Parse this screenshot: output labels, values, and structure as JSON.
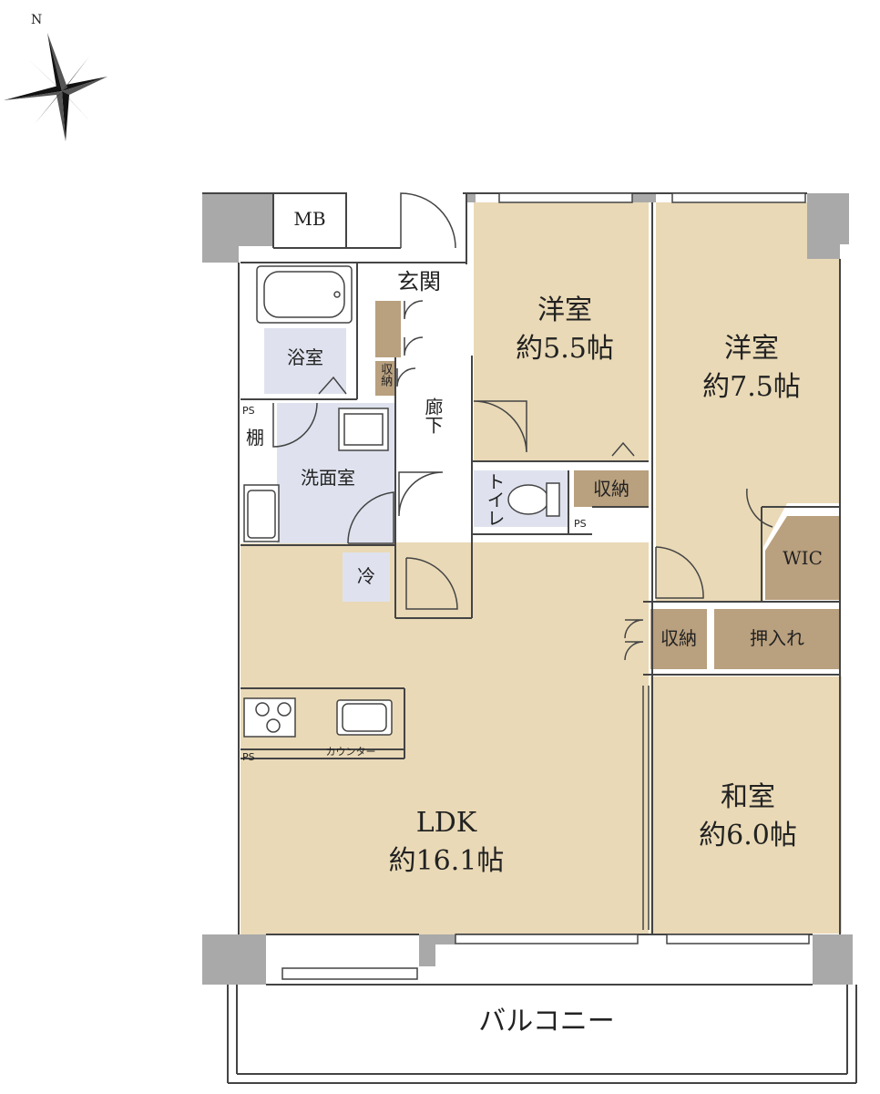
{
  "compass": {
    "label": "N"
  },
  "rooms": {
    "mb": "MB",
    "genkan": "玄関",
    "bath": "浴室",
    "shelf": "棚",
    "washroom": "洗面室",
    "hallway": "廊下",
    "toilet": "トイレ",
    "fridge": "冷",
    "storage_small": "収納",
    "storage_toilet": "収納",
    "storage_mid": "収納",
    "oshiire": "押入れ",
    "wic": "WIC",
    "western1": {
      "name": "洋室",
      "size": "約5.5帖"
    },
    "western2": {
      "name": "洋室",
      "size": "約7.5帖"
    },
    "ldk": {
      "name": "LDK",
      "size": "約16.1帖"
    },
    "washitsu": {
      "name": "和室",
      "size": "約6.0帖"
    },
    "counter": "カウンター",
    "ps": "PS",
    "balcony": "バルコニー"
  },
  "colors": {
    "floor": "#e9d9b6",
    "wet": "#dfe2ee",
    "storage": "#b9a07e",
    "wall": "#a9a9a9",
    "line": "#444444"
  }
}
